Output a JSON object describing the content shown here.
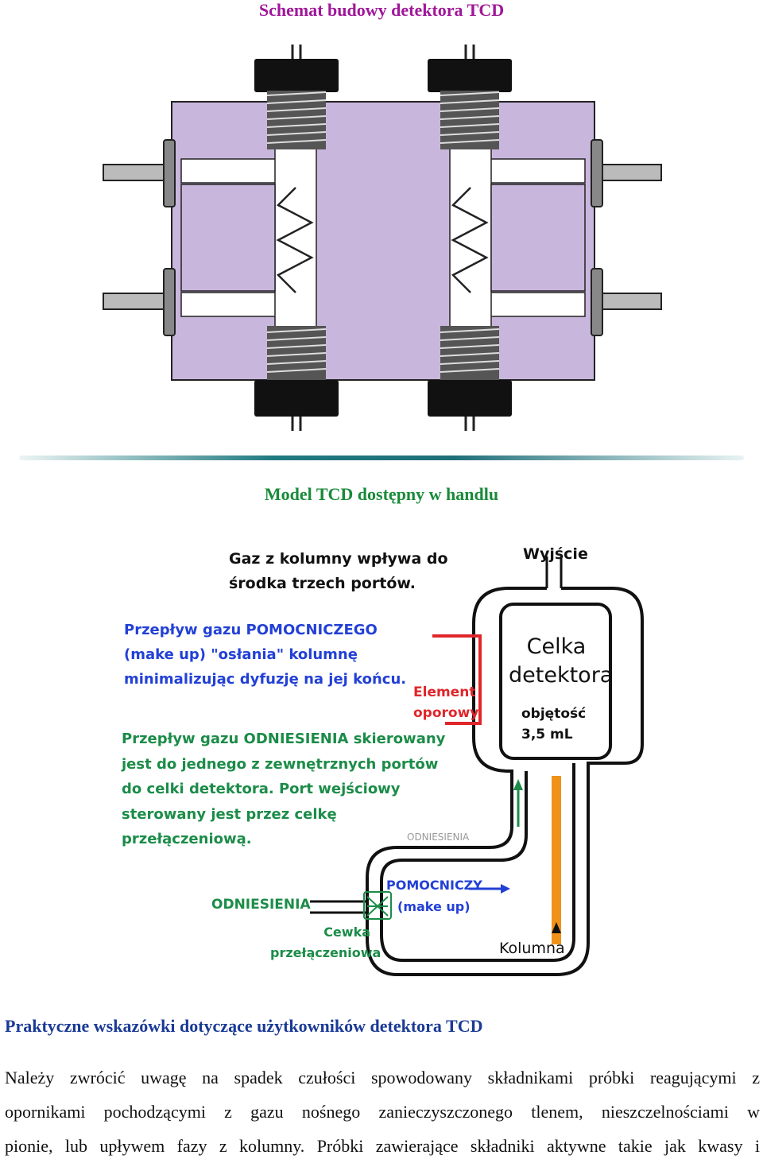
{
  "heading_top": "Schemat budowy detektora TCD",
  "heading_model": "Model TCD dostępny w handlu",
  "diagram": {
    "gas_from_column": [
      "Gaz z kolumny wpływa do",
      "środka trzech portów."
    ],
    "outlet": "Wyjście",
    "makeup_note": [
      "Przepływ gazu POMOCNICZEGO",
      "(make up) \"osłania\" kolumnę",
      "minimalizując dyfuzję na jej końcu."
    ],
    "resistor": [
      "Element",
      "oporowy"
    ],
    "cell": [
      "Celka",
      "detektora"
    ],
    "volume": [
      "objętość",
      "3,5 mL"
    ],
    "reference_note": [
      "Przepływ gazu ODNIESIENIA skierowany",
      "jest do jednego z zewnętrznych portów",
      "do celki detektora. Port wejściowy",
      "sterowany jest przez celkę",
      "przełączeniową."
    ],
    "reference_small": "ODNIESIENIA",
    "reference_in": "ODNIESIENIA",
    "makeup_in": [
      "POMOCNICZY",
      "(make up)"
    ],
    "coil": [
      "Cewka",
      "przełączeniowa"
    ],
    "column": "Kolumna"
  },
  "section_heading": "Praktyczne wskazówki dotyczące użytkowników detektora TCD",
  "paragraph_lines": [
    "Należy zwrócić uwagę na spadek czułości spowodowany składnikami próbki reagującymi z",
    "opornikami pochodzącymi z gazu nośnego zanieczyszczonego tlenem, nieszczelnościami w",
    "pionie, lub upływem fazy z kolumny. Próbki zawierające składniki aktywne takie jak kwasy i"
  ],
  "colors": {
    "block": "#c9b6dc",
    "heading_top": "#a0179a",
    "heading_model": "#1a8a3a",
    "label_blue": "#2240d6",
    "label_green": "#1b8c48",
    "label_red": "#e0262a",
    "column": "#f0921a"
  }
}
